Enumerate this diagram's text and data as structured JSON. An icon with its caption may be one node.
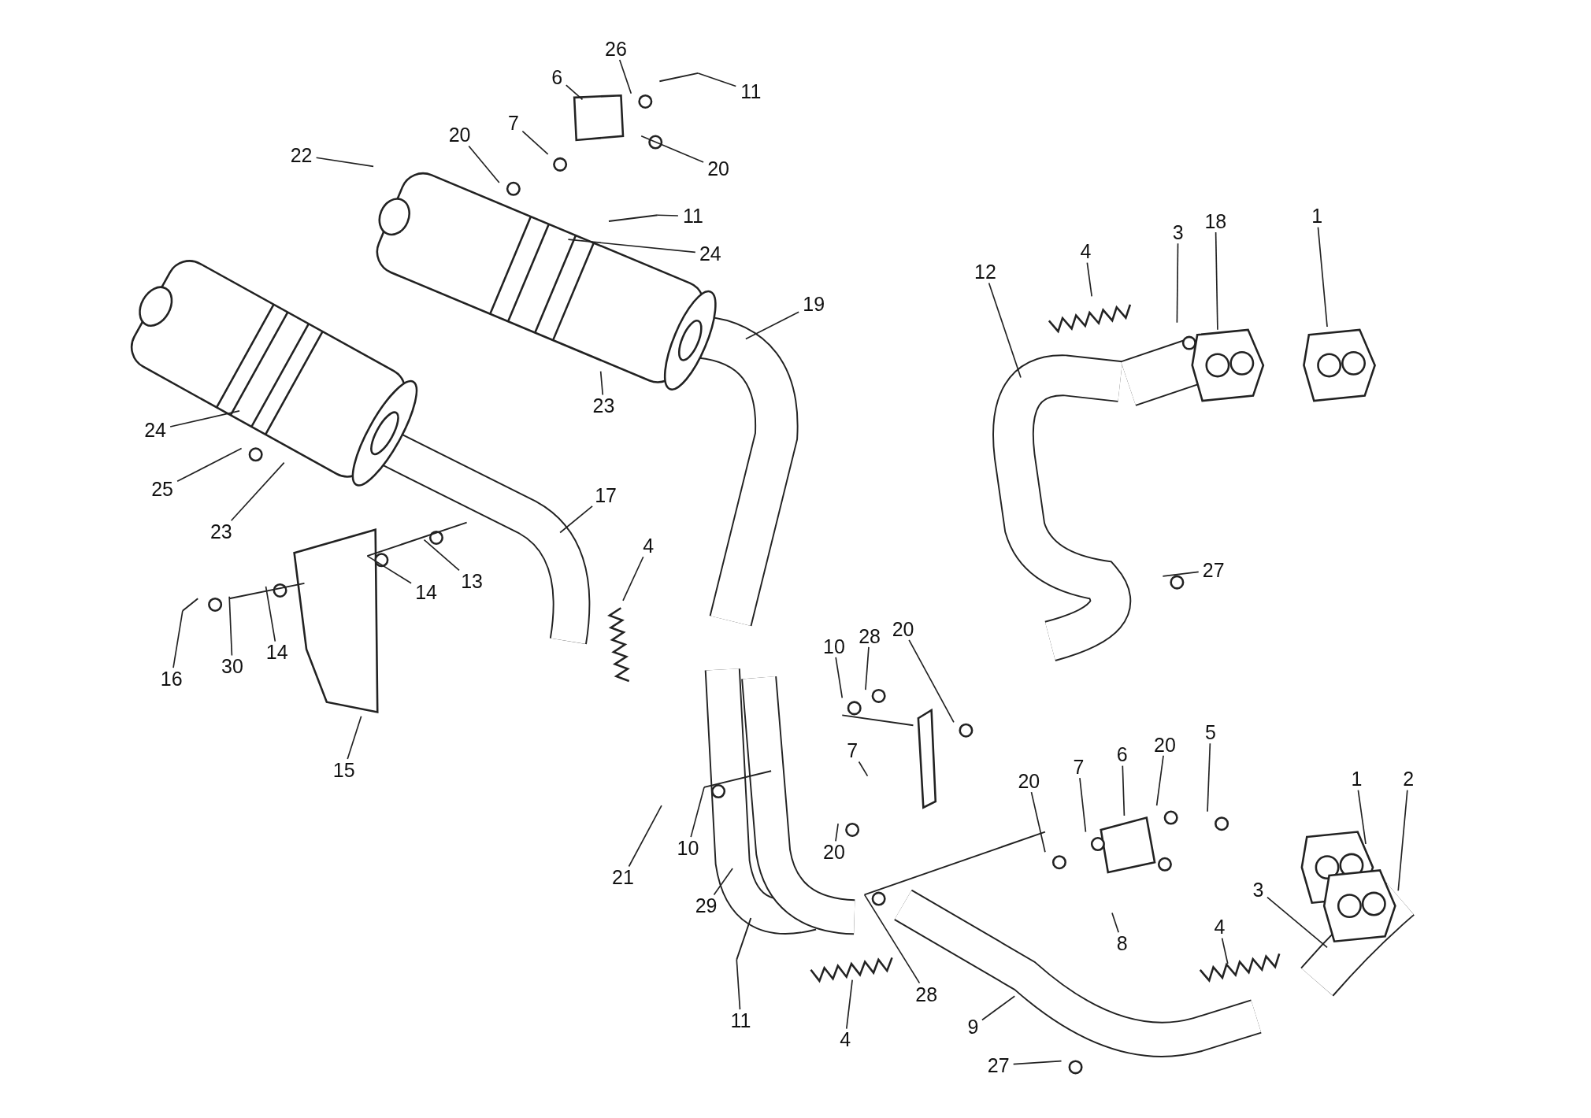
{
  "diagram": {
    "nodes": [
      {
        "text": [
          "26"
        ]
      },
      {
        "text": [
          "6"
        ]
      },
      {
        "text": [
          "11"
        ]
      },
      {
        "text": [
          "7"
        ]
      },
      {
        "text": [
          "20"
        ]
      },
      {
        "text": [
          "20"
        ]
      },
      {
        "text": [
          "22"
        ]
      },
      {
        "text": [
          "11"
        ]
      },
      {
        "text": [
          "24"
        ]
      },
      {
        "text": [
          "12"
        ]
      },
      {
        "text": [
          "4"
        ]
      },
      {
        "text": [
          "3"
        ]
      },
      {
        "text": [
          "18"
        ]
      },
      {
        "text": [
          "1"
        ]
      },
      {
        "text": [
          "19"
        ]
      },
      {
        "text": [
          "23"
        ]
      },
      {
        "text": [
          "24"
        ]
      },
      {
        "text": [
          "25"
        ]
      },
      {
        "text": [
          "23"
        ]
      },
      {
        "text": [
          "17"
        ]
      },
      {
        "text": [
          "4"
        ]
      },
      {
        "text": [
          "14"
        ]
      },
      {
        "text": [
          "13"
        ]
      },
      {
        "text": [
          "16"
        ]
      },
      {
        "text": [
          "30"
        ]
      },
      {
        "text": [
          "14"
        ]
      },
      {
        "text": [
          "27"
        ]
      },
      {
        "text": [
          "15"
        ]
      },
      {
        "text": [
          "10"
        ]
      },
      {
        "text": [
          "28"
        ]
      },
      {
        "text": [
          "20"
        ]
      },
      {
        "text": [
          "7"
        ]
      },
      {
        "text": [
          "20"
        ]
      },
      {
        "text": [
          "10"
        ]
      },
      {
        "text": [
          "21"
        ]
      },
      {
        "text": [
          "20"
        ]
      },
      {
        "text": [
          "7"
        ]
      },
      {
        "text": [
          "6"
        ]
      },
      {
        "text": [
          "20"
        ]
      },
      {
        "text": [
          "5"
        ]
      },
      {
        "text": [
          "1"
        ]
      },
      {
        "text": [
          "2"
        ]
      },
      {
        "text": [
          "29"
        ]
      },
      {
        "text": [
          "3"
        ]
      },
      {
        "text": [
          "8"
        ]
      },
      {
        "text": [
          "4"
        ]
      },
      {
        "text": [
          "28"
        ]
      },
      {
        "text": [
          "11"
        ]
      },
      {
        "text": [
          "4"
        ]
      },
      {
        "text": [
          "9"
        ]
      },
      {
        "text": [
          "27"
        ]
      }
    ],
    "edges": [
      {
        "from": 0,
        "to": null,
        "arrow": "none"
      },
      {
        "from": 1,
        "to": null,
        "arrow": "none"
      },
      {
        "from": 2,
        "to": null,
        "arrow": "none"
      },
      {
        "from": 3,
        "to": null,
        "arrow": "none"
      },
      {
        "from": 4,
        "to": null,
        "arrow": "none"
      },
      {
        "from": 5,
        "to": null,
        "arrow": "none"
      },
      {
        "from": 6,
        "to": null,
        "arrow": "none"
      },
      {
        "from": 7,
        "to": null,
        "arrow": "none"
      },
      {
        "from": 8,
        "to": null,
        "arrow": "none"
      },
      {
        "from": 9,
        "to": null,
        "arrow": "none"
      },
      {
        "from": 10,
        "to": null,
        "arrow": "none"
      },
      {
        "from": 11,
        "to": null,
        "arrow": "none"
      },
      {
        "from": 12,
        "to": null,
        "arrow": "none"
      },
      {
        "from": 13,
        "to": null,
        "arrow": "none"
      },
      {
        "from": 14,
        "to": null,
        "arrow": "none"
      },
      {
        "from": 15,
        "to": null,
        "arrow": "none"
      },
      {
        "from": 16,
        "to": null,
        "arrow": "none"
      },
      {
        "from": 17,
        "to": null,
        "arrow": "none"
      },
      {
        "from": 18,
        "to": null,
        "arrow": "none"
      },
      {
        "from": 19,
        "to": null,
        "arrow": "none"
      },
      {
        "from": 20,
        "to": null,
        "arrow": "none"
      },
      {
        "from": 21,
        "to": null,
        "arrow": "none"
      },
      {
        "from": 22,
        "to": null,
        "arrow": "none"
      },
      {
        "from": 23,
        "to": null,
        "arrow": "none"
      },
      {
        "from": 24,
        "to": null,
        "arrow": "none"
      },
      {
        "from": 25,
        "to": null,
        "arrow": "none"
      },
      {
        "from": 26,
        "to": null,
        "arrow": "none"
      },
      {
        "from": 27,
        "to": null,
        "arrow": "none"
      },
      {
        "from": 28,
        "to": null,
        "arrow": "none"
      },
      {
        "from": 29,
        "to": null,
        "arrow": "none"
      },
      {
        "from": 30,
        "to": null,
        "arrow": "none"
      },
      {
        "from": 31,
        "to": null,
        "arrow": "none"
      },
      {
        "from": 32,
        "to": null,
        "arrow": "none"
      },
      {
        "from": 33,
        "to": null,
        "arrow": "none"
      },
      {
        "from": 34,
        "to": null,
        "arrow": "none"
      },
      {
        "from": 35,
        "to": null,
        "arrow": "none"
      },
      {
        "from": 36,
        "to": null,
        "arrow": "none"
      },
      {
        "from": 37,
        "to": null,
        "arrow": "none"
      },
      {
        "from": 38,
        "to": null,
        "arrow": "none"
      },
      {
        "from": 39,
        "to": null,
        "arrow": "none"
      },
      {
        "from": 40,
        "to": null,
        "arrow": "none"
      },
      {
        "from": 41,
        "to": null,
        "arrow": "none"
      },
      {
        "from": 42,
        "to": null,
        "arrow": "none"
      },
      {
        "from": 43,
        "to": null,
        "arrow": "none"
      },
      {
        "from": 44,
        "to": null,
        "arrow": "none"
      },
      {
        "from": 45,
        "to": null,
        "arrow": "none"
      },
      {
        "from": 46,
        "to": null,
        "arrow": "none"
      },
      {
        "from": 47,
        "to": null,
        "arrow": "none"
      },
      {
        "from": 48,
        "to": null,
        "arrow": "none"
      },
      {
        "from": 49,
        "to": null,
        "arrow": "none"
      },
      {
        "from": 50,
        "to": null,
        "arrow": "none"
      }
    ]
  }
}
